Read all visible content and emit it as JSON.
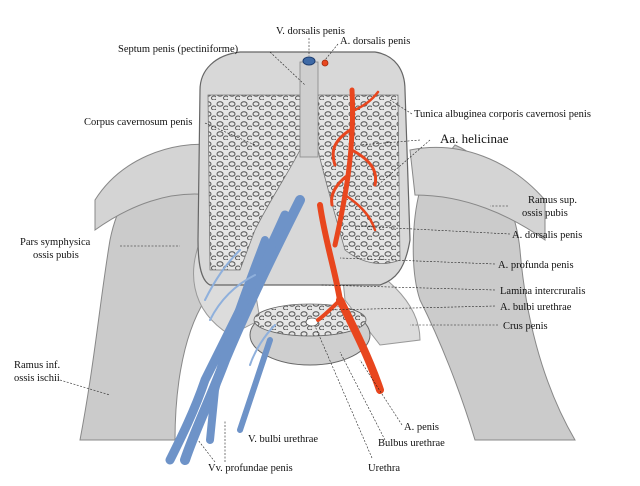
{
  "labels": {
    "v_dorsalis_penis": "V. dorsalis penis",
    "septum_penis": "Septum penis (pectiniforme)",
    "a_dorsalis_penis_top": "A. dorsalis penis",
    "tunica_albuginea": "Tunica albuginea corporis cavernosi penis",
    "corpus_cavernosum": "Corpus cavernosum penis",
    "aa_helicinae": "Aa. helicinae",
    "ramus_sup_1": "Ramus sup.",
    "ramus_sup_2": "ossis pubis",
    "pars_symphysica_1": "Pars symphysica",
    "pars_symphysica_2": "ossis pubis",
    "a_dorsalis_penis_mid": "A. dorsalis penis",
    "a_profunda_penis": "A. profunda penis",
    "lamina_intercruralis": "Lamina intercruralis",
    "a_bulbi_urethrae": "A. bulbi urethrae",
    "crus_penis": "Crus penis",
    "ramus_inf_1": "Ramus inf.",
    "ramus_inf_2": "ossis ischii",
    "a_penis": "A. penis",
    "v_bulbi_urethrae": "V. bulbi urethrae",
    "bulbus_urethrae": "Bulbus urethrae",
    "vv_profundae_penis": "Vv. profundae penis",
    "urethra": "Urethra"
  },
  "colors": {
    "bone": "#cfcfcf",
    "bone_shade": "#9e9e9e",
    "tissue": "#e4e4e4",
    "artery": "#e8461e",
    "artery_dark": "#b3300f",
    "vein": "#6e93c8",
    "vein_dark": "#3f6aa6"
  }
}
